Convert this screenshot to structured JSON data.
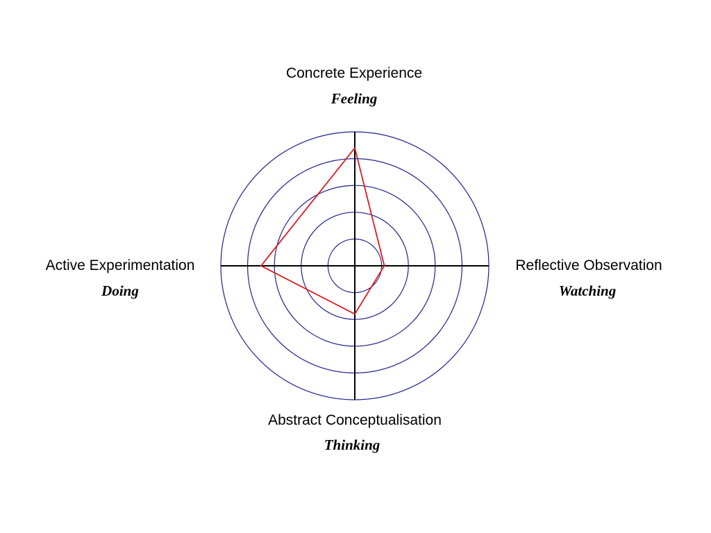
{
  "chart_data": {
    "type": "radar",
    "rings": 5,
    "scale_max": 5,
    "axes": [
      {
        "name": "Concrete Experience",
        "subtitle": "Feeling",
        "value": 4.4
      },
      {
        "name": "Reflective Observation",
        "subtitle": "Watching",
        "value": 1.1
      },
      {
        "name": "Abstract Conceptualisation",
        "subtitle": "Thinking",
        "value": 1.8
      },
      {
        "name": "Active Experimentation",
        "subtitle": "Doing",
        "value": 3.5
      }
    ],
    "colors": {
      "rings": "#1f1f8f",
      "axes": "#000000",
      "polygon": "#e0191f"
    }
  }
}
